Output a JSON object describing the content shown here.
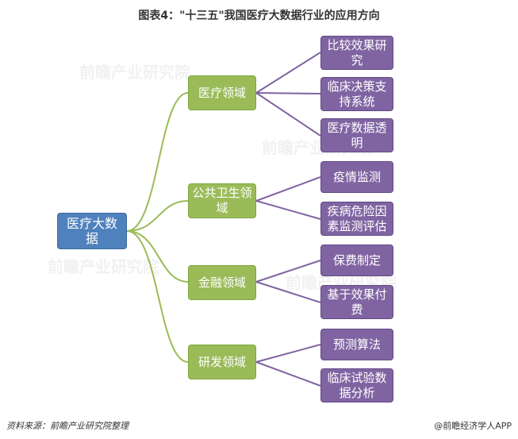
{
  "title": "图表4：\"十三五\"我国医疗大数据行业的应用方向",
  "root": {
    "label": "医疗大数据"
  },
  "branches": [
    {
      "label": "医疗领域",
      "leaves": [
        "比较效果研究",
        "临床决策支持系统",
        "医疗数据透明"
      ]
    },
    {
      "label": "公共卫生领域",
      "leaves": [
        "疫情监测",
        "疾病危险因素监测评估"
      ]
    },
    {
      "label": "金融领域",
      "leaves": [
        "保费制定",
        "基于效果付费"
      ]
    },
    {
      "label": "研发领域",
      "leaves": [
        "预测算法",
        "临床试验数据分析"
      ]
    }
  ],
  "footer": {
    "source": "资料来源：前瞻产业研究院整理",
    "credit": "@前瞻经济学人APP"
  },
  "watermark": "前瞻产业研究院",
  "colors": {
    "root": "#4f81bd",
    "branch": "#9bbb59",
    "leaf": "#8064a2"
  }
}
